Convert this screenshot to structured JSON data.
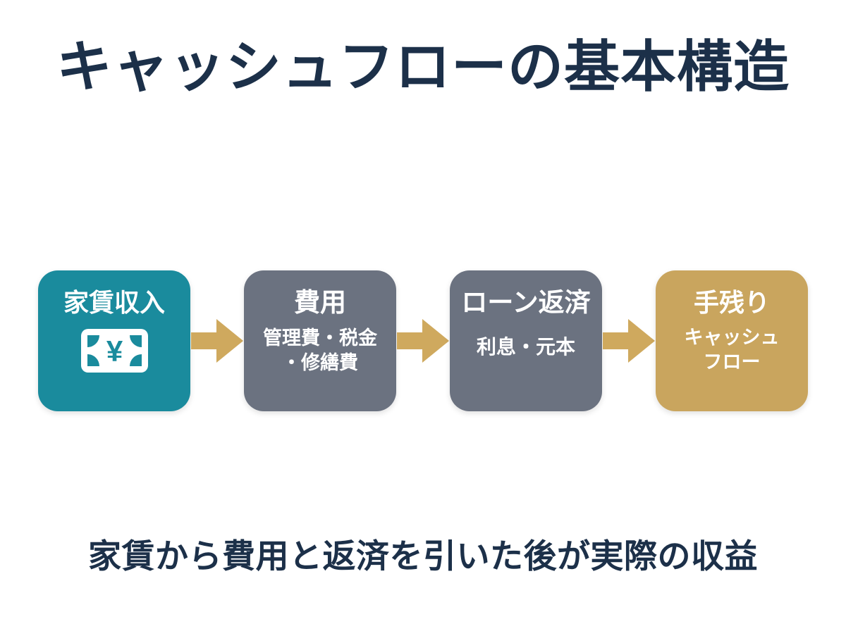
{
  "title": "キャッシュフローの基本構造",
  "caption": "家賃から費用と返済を引いた後が実際の収益",
  "colors": {
    "background": "#ffffff",
    "heading_text": "#1c3049",
    "box_text": "#ffffff",
    "teal_box": "#1a8b9d",
    "gray_box": "#6b7280",
    "gold_box": "#c9a55e",
    "arrow_gold": "#cfa95e"
  },
  "flow": {
    "boxes": [
      {
        "id": "rent-income",
        "title": "家賃収入",
        "icon": "yen-banknote-icon",
        "color": "#1a8b9d",
        "subtitle_lines": []
      },
      {
        "id": "expenses",
        "title": "費用",
        "color": "#6b7280",
        "subtitle_lines": [
          "管理費・税金",
          "・修繕費"
        ]
      },
      {
        "id": "loan-repayment",
        "title": "ローン返済",
        "color": "#6b7280",
        "subtitle_lines": [
          "利息・元本"
        ]
      },
      {
        "id": "net-cash",
        "title": "手残り",
        "color": "#c9a55e",
        "subtitle_lines": [
          "キャッシュ",
          "フロー"
        ]
      }
    ],
    "yen_symbol": "¥"
  }
}
